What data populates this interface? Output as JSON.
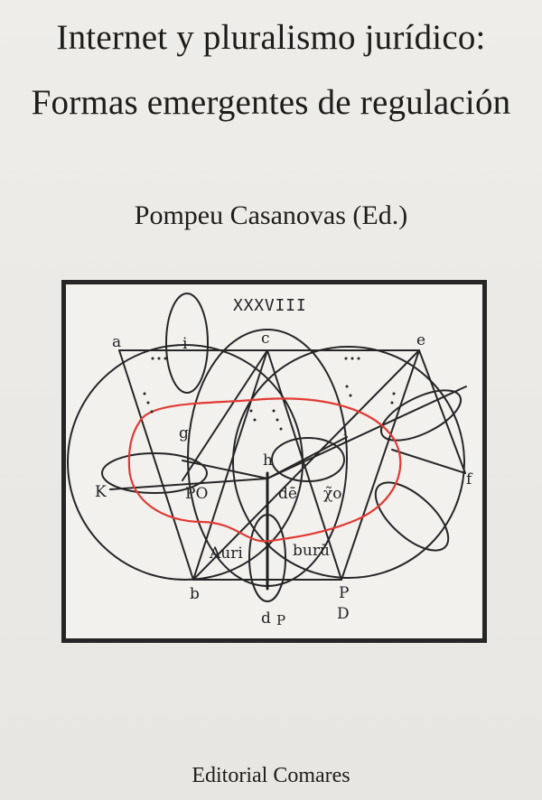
{
  "cover": {
    "title_line_1": "Internet y pluralismo jurídico:",
    "title_line_2": "Formas emergentes de regulación",
    "editor": "Pompeu Casanovas (Ed.)",
    "publisher": "Editorial Comares"
  },
  "illustration": {
    "roman_numeral": "XXXVIII",
    "point_labels": {
      "a": "a",
      "c": "c",
      "e": "e",
      "i_top": "i",
      "g": "g",
      "h": "h",
      "i_right": "i",
      "k": "K",
      "f": "f",
      "b": "b",
      "p": "P",
      "d": "d",
      "d_cursive": "P",
      "d_capital": "D"
    },
    "syllables": {
      "po": "PO",
      "de": "dē",
      "xo": "χ̃o",
      "auri": "Auri",
      "buru": "burū"
    },
    "colors": {
      "ink": "#262626",
      "red_curve": "#e23a33",
      "page": "#ecebe7"
    }
  }
}
